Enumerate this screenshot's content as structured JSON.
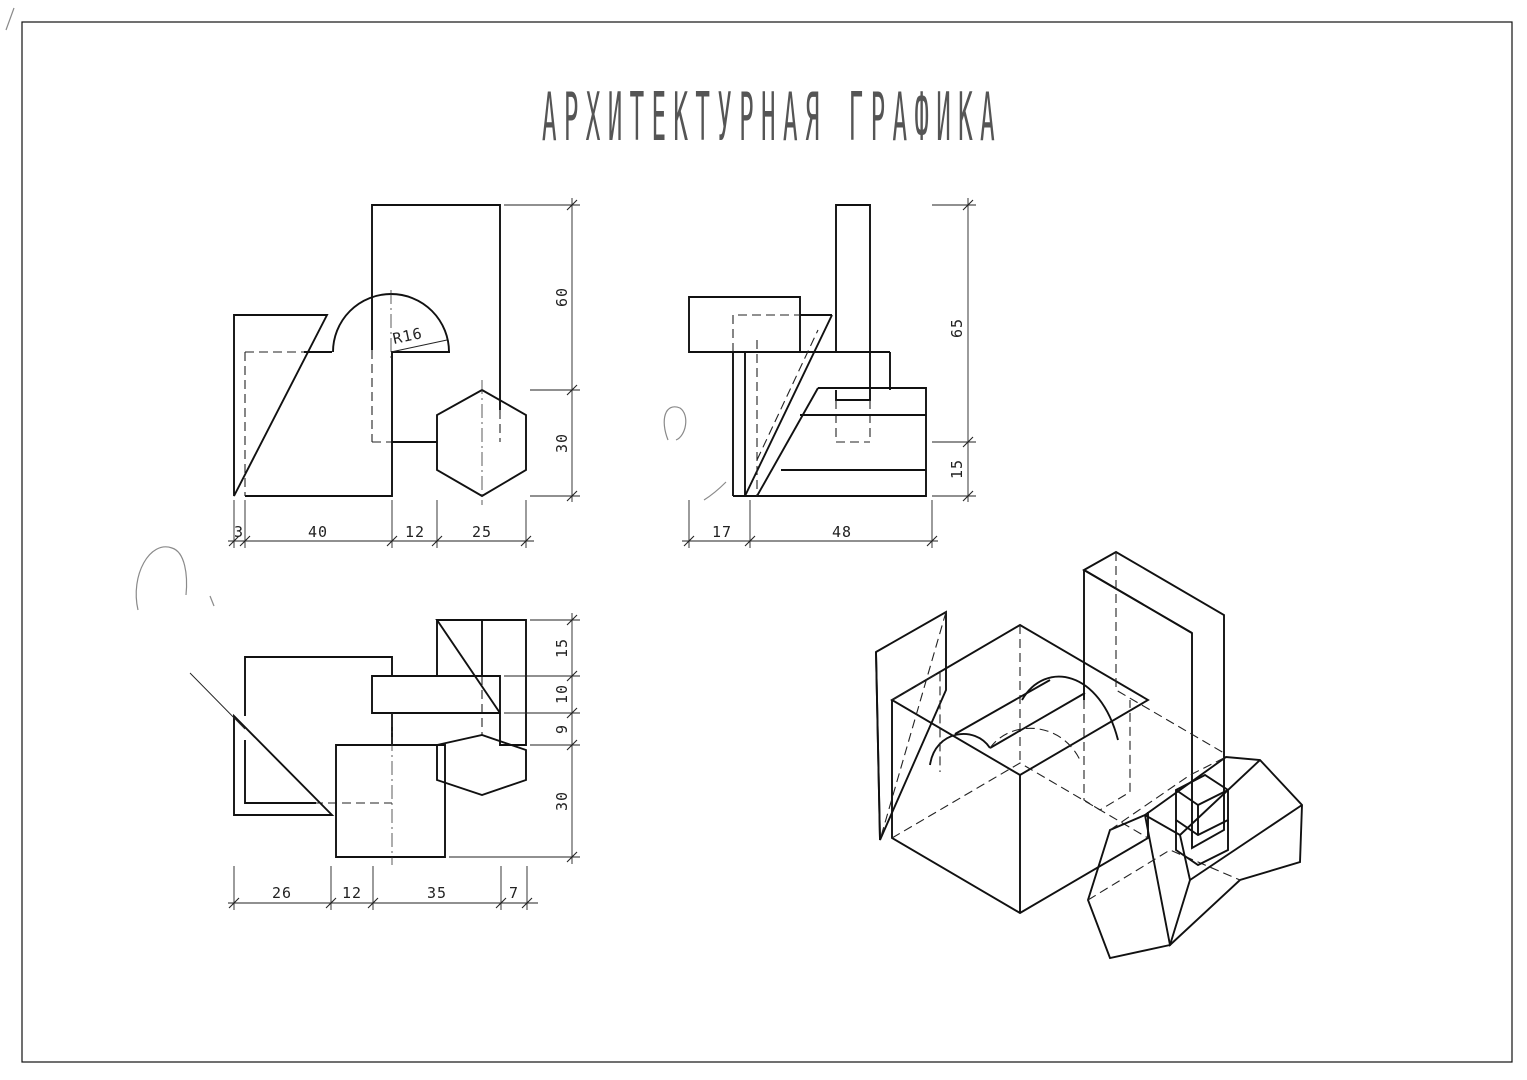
{
  "sheet": {
    "title": "АРХИТЕКТУРНАЯ ГРАФИКА"
  },
  "front_view": {
    "radius_label": "R16",
    "dims_horizontal": [
      "3",
      "40",
      "12",
      "25"
    ],
    "dims_vertical": [
      "60",
      "30"
    ]
  },
  "side_view": {
    "dims_horizontal": [
      "17",
      "48"
    ],
    "dims_vertical": [
      "65",
      "15"
    ]
  },
  "top_view": {
    "dims_horizontal": [
      "26",
      "12",
      "35",
      "7"
    ],
    "dims_vertical": [
      "15",
      "10",
      "9",
      "30"
    ]
  }
}
